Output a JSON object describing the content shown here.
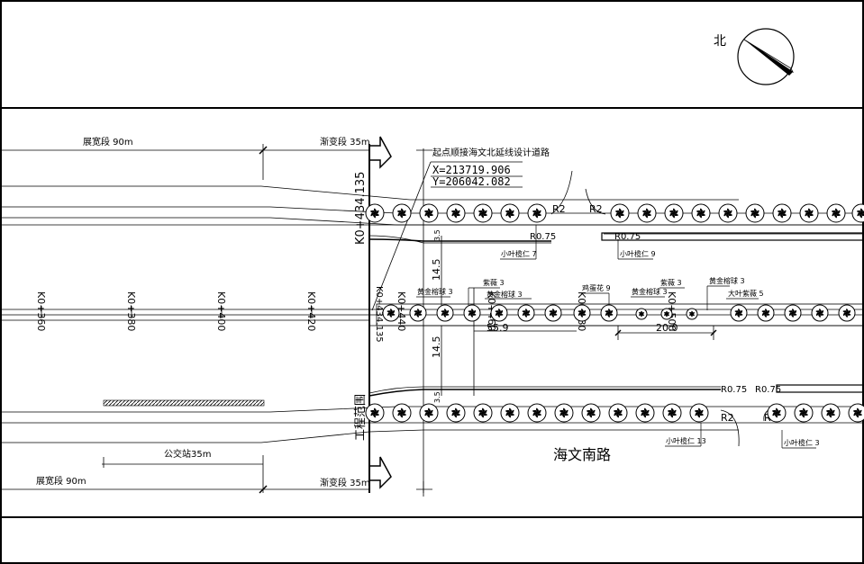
{
  "north": "北",
  "start_note": "起点顺接海文北延线设计道路",
  "coord_x": "X=213719.906",
  "coord_y": "Y=206042.082",
  "chainage_vertical": "K0+434.135",
  "chainage_main": "K0+434.135",
  "stations": [
    "K0+360",
    "K0+380",
    "K0+400",
    "K0+420",
    "K0+440",
    "K0+460",
    "K0+480",
    "K0+500"
  ],
  "widen_top": "展宽段 90m",
  "widen_bottom": "展宽段 90m",
  "taper_top": "渐变段 35m",
  "taper_bottom": "渐变段 35m",
  "bus_stop": "公交站35m",
  "road_name": "海文南路",
  "boundary_label": "工程范围",
  "dim_upper": "14.5",
  "dim_lower": "14.5",
  "dim_side_a": "3.5",
  "dim_side_b": "3.5",
  "dim_seg_a": "55.9",
  "dim_seg_b": "20.0",
  "r2": "R2",
  "r075": "R0.75",
  "plants": {
    "p1": "小叶榄仁 7",
    "p2": "小叶榄仁 9",
    "p3": "黄金榕球 3",
    "p4": "紫薇 3",
    "p5": "黄金榕球 3",
    "p6": "鸡蛋花 9",
    "p7": "黄金榕球 3",
    "p8": "紫薇 3",
    "p9": "黄金榕球 3",
    "p10": "大叶紫薇 5",
    "p11": "小叶榄仁 13",
    "p12": "小叶榄仁 3"
  }
}
